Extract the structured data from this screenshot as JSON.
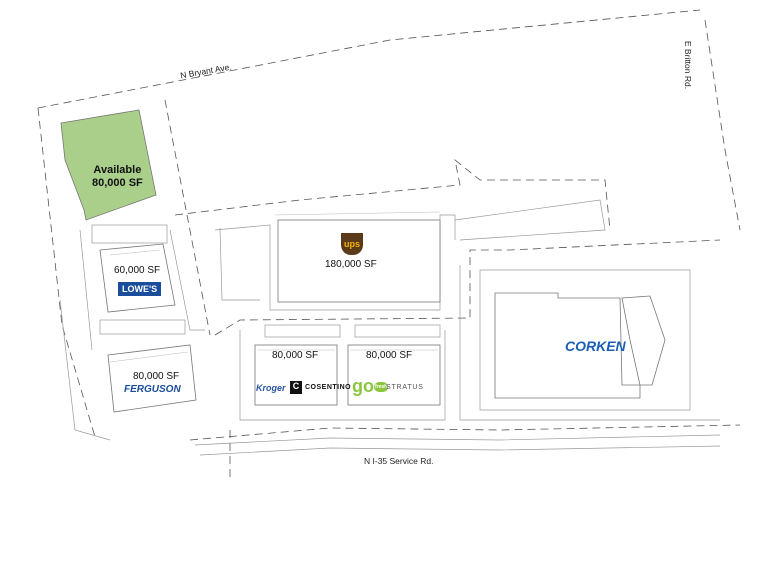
{
  "roads": {
    "north": "N Bryant Ave.",
    "east": "E Britton Rd.",
    "south": "N I-35 Service Rd."
  },
  "buildings": [
    {
      "id": "available",
      "status": "Available",
      "size": "80,000 SF",
      "color": "#a9cf8b"
    },
    {
      "id": "lowes",
      "size": "60,000 SF",
      "tenant": "LOWE'S",
      "color": "#1a4d9c"
    },
    {
      "id": "ferguson",
      "size": "80,000 SF",
      "tenant": "FERGUSON",
      "color": "#1a4d9c"
    },
    {
      "id": "ups",
      "size": "180,000 SF",
      "tenant": "ups",
      "color": "#5b3a1a"
    },
    {
      "id": "kroger-cosentino",
      "size": "80,000 SF",
      "tenants": [
        "Kroger",
        "COSENTINO"
      ],
      "color": "#2a55a5"
    },
    {
      "id": "gofresh-stratus",
      "size": "80,000 SF",
      "tenants": [
        "go",
        "fresh",
        "STRATUS"
      ],
      "color": "#8cc63f"
    },
    {
      "id": "corken",
      "tenant": "CORKEN",
      "color": "#1a5fb4"
    }
  ]
}
